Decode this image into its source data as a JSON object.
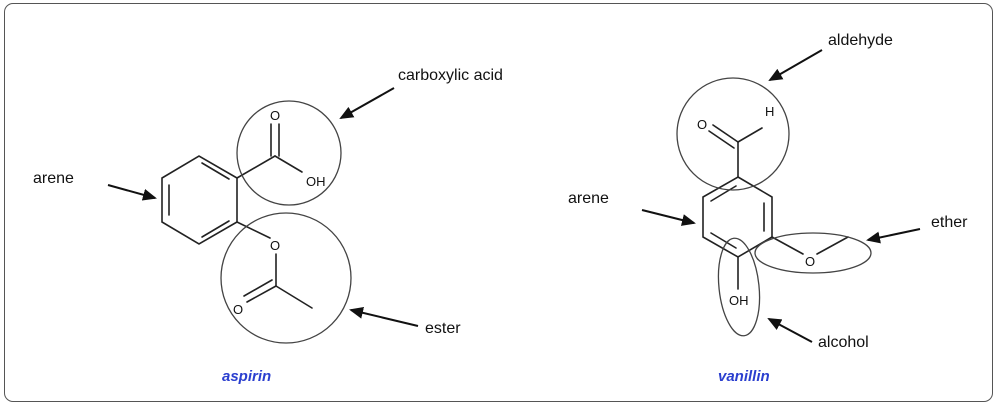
{
  "colors": {
    "name_color": "#2b3fcf",
    "border": "#555555"
  },
  "aspirin": {
    "name": "aspirin",
    "labels": {
      "carboxylic_acid": "carboxylic acid",
      "arene": "arene",
      "ester": "ester"
    },
    "atoms": {
      "carbonyl_o": "O",
      "oh": "OH",
      "ether_o": "O",
      "ester_carbonyl_o": "O"
    }
  },
  "vanillin": {
    "name": "vanillin",
    "labels": {
      "aldehyde": "aldehyde",
      "arene": "arene",
      "ether": "ether",
      "alcohol": "alcohol"
    },
    "atoms": {
      "aldehyde_o": "O",
      "aldehyde_h": "H",
      "ether_o": "O",
      "oh": "OH"
    }
  }
}
